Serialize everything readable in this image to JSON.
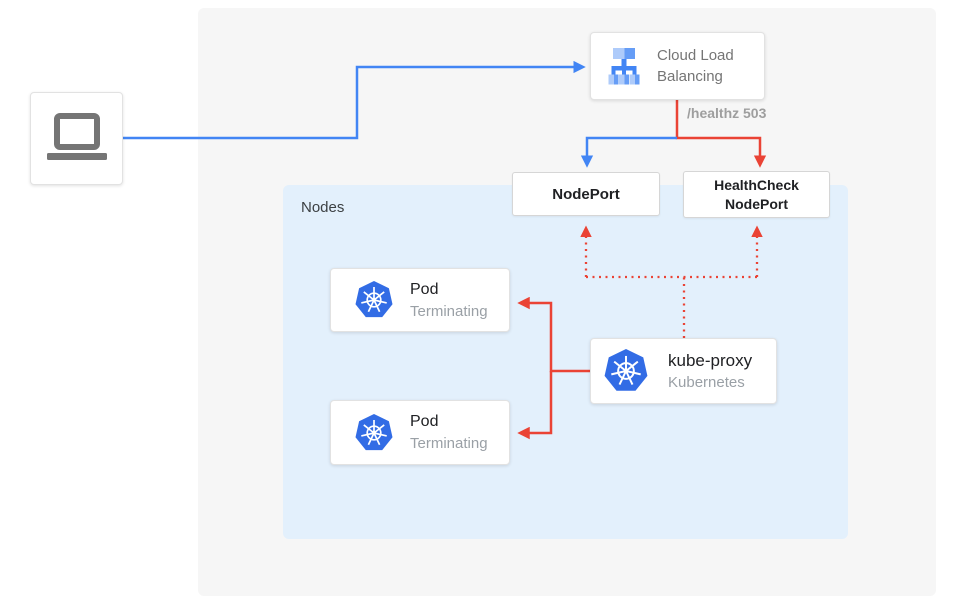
{
  "colors": {
    "blue": "#4285F4",
    "red": "#EA4335",
    "kubernetes_blue": "#326CE5",
    "lb_icon_light": "#AECBFA",
    "lb_icon_medium": "#669DF6",
    "outer_panel_bg": "#F6F6F6",
    "nodes_panel_bg": "#E3F0FC"
  },
  "panels": {
    "nodes_label": "Nodes"
  },
  "client": {
    "icon": "laptop-icon"
  },
  "load_balancer": {
    "icon": "cloud-load-balancing-icon",
    "title_lines": [
      "Cloud Load",
      "Balancing"
    ]
  },
  "edge_labels": {
    "healthz": "/healthz 503"
  },
  "nodeport": {
    "label": "NodePort"
  },
  "healthcheck_nodeport": {
    "label_lines": [
      "HealthCheck",
      "NodePort"
    ]
  },
  "pods": [
    {
      "icon": "kubernetes-wheel-icon",
      "title": "Pod",
      "status": "Terminating"
    },
    {
      "icon": "kubernetes-wheel-icon",
      "title": "Pod",
      "status": "Terminating"
    }
  ],
  "kube_proxy": {
    "icon": "kubernetes-wheel-icon",
    "title": "kube-proxy",
    "subtitle": "Kubernetes"
  }
}
